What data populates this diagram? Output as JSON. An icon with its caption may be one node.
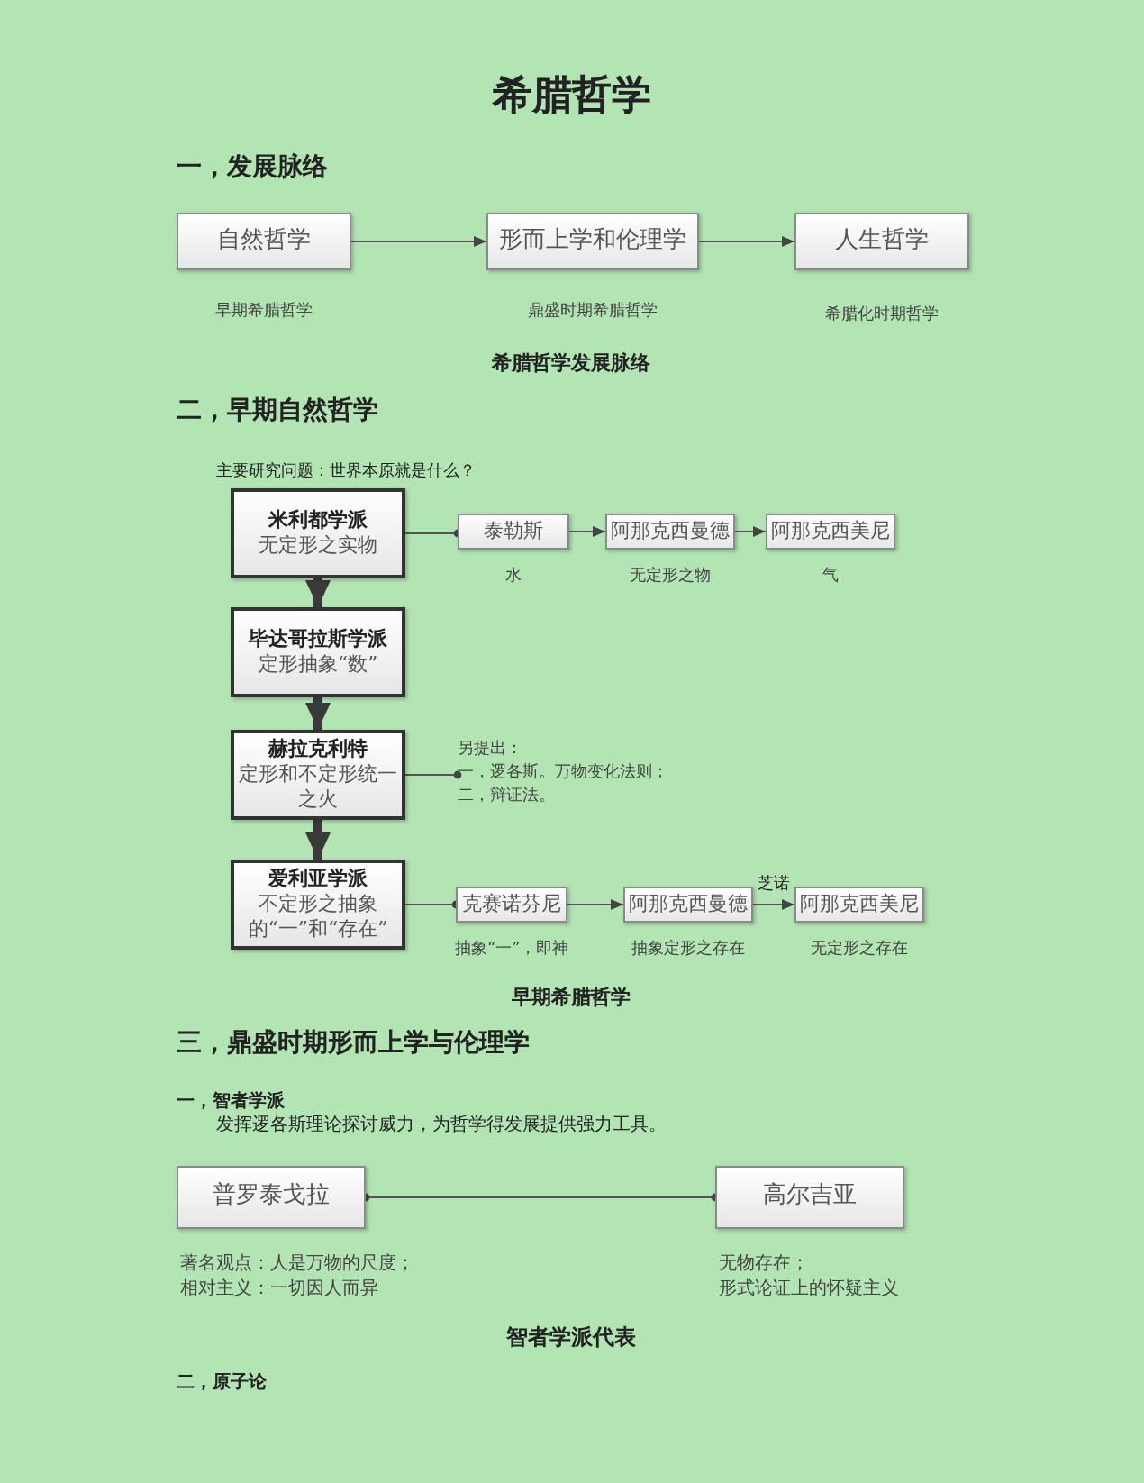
{
  "diagram": {
    "title": "希腊哲学",
    "nodes": [
      {
        "text": [
          "自然哲学"
        ],
        "beside": [
          "早期希腊哲学"
        ]
      },
      {
        "text": [
          "形而上学和伦理学"
        ],
        "beside": [
          "鼎盛时期希腊哲学"
        ]
      },
      {
        "text": [
          "人生哲学"
        ],
        "beside": [
          "希腊化时期哲学"
        ]
      },
      {
        "text": [
          "米利都学派",
          "无定形之实物"
        ]
      },
      {
        "text": [
          "毕达哥拉斯学派",
          "定形抽象“数”"
        ]
      },
      {
        "text": [
          "赫拉克利特",
          "定形和不定形统一之火"
        ]
      },
      {
        "text": [
          "爱利亚学派",
          "不定形之抽象的“一”和“存在”"
        ]
      },
      {
        "text": [
          "泰勒斯"
        ],
        "beside": [
          "水"
        ]
      },
      {
        "text": [
          "阿那克西曼德"
        ],
        "beside": [
          "无定形之物"
        ]
      },
      {
        "text": [
          "阿那克西美尼"
        ],
        "beside": [
          "气"
        ]
      },
      {
        "text": [
          "另提出：",
          "一，逻各斯。万物变化法则；",
          "二，辩证法。"
        ]
      },
      {
        "text": [
          "克赛诺芬尼"
        ],
        "beside": [
          "抽象“一”，即神"
        ]
      },
      {
        "text": [
          "阿那克西曼德"
        ],
        "beside": [
          "抽象定形之存在"
        ]
      },
      {
        "text": [
          "阿那克西美尼"
        ],
        "beside": [
          "无定形之存在"
        ]
      },
      {
        "text": [
          "普罗泰戈拉"
        ],
        "beside": [
          "著名观点：人是万物的尺度；",
          "相对主义：一切因人而异"
        ]
      },
      {
        "text": [
          "高尔吉亚"
        ],
        "beside": [
          "无物存在；",
          "形式论证上的怀疑主义"
        ]
      }
    ],
    "edges": [
      {
        "from": 0,
        "to": 1,
        "arrow": "to"
      },
      {
        "from": 1,
        "to": 2,
        "arrow": "to"
      },
      {
        "from": 3,
        "to": 7,
        "arrow": "other"
      },
      {
        "from": 7,
        "to": 8,
        "arrow": "to"
      },
      {
        "from": 8,
        "to": 9,
        "arrow": "to"
      },
      {
        "from": 3,
        "to": 4,
        "arrow": "to",
        "style": "thick"
      },
      {
        "from": 4,
        "to": 5,
        "arrow": "to",
        "style": "thick"
      },
      {
        "from": 5,
        "to": 6,
        "arrow": "to",
        "style": "thick"
      },
      {
        "from": 5,
        "to": 10,
        "arrow": "other"
      },
      {
        "from": 6,
        "to": 11,
        "arrow": "other"
      },
      {
        "from": 11,
        "to": 12,
        "arrow": "to"
      },
      {
        "from": 12,
        "to": 13,
        "arrow": "to",
        "label": "芝诺"
      },
      {
        "from": 14,
        "to": 15,
        "arrow": "other"
      }
    ],
    "labels": [
      "一，发展脉络",
      "希腊哲学发展脉络",
      "二，早期自然哲学",
      "主要研究问题：世界本原就是什么？",
      "早期希腊哲学",
      "三，鼎盛时期形而上学与伦理学",
      "一，智者学派",
      "发挥逻各斯理论探讨威力，为哲学得发展提供强力工具。",
      "智者学派代表",
      "二，原子论"
    ]
  }
}
